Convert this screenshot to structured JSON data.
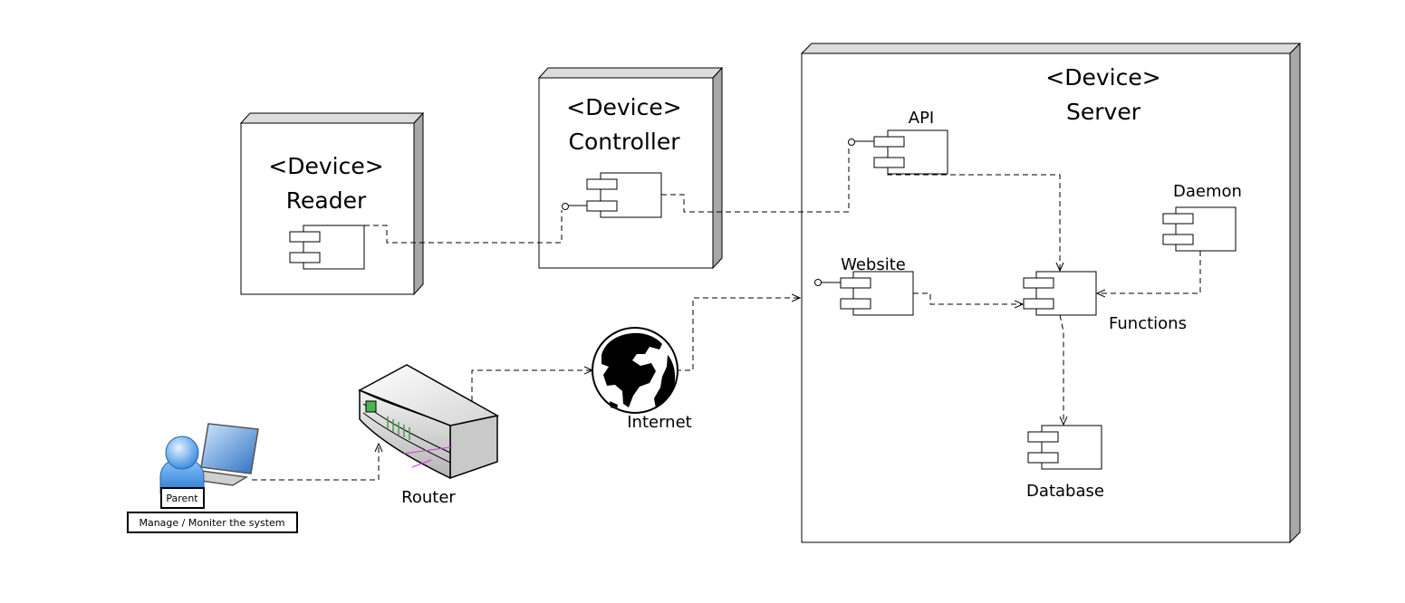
{
  "nodes": {
    "reader": {
      "stereotype": "<Device>",
      "name": "Reader"
    },
    "controller": {
      "stereotype": "<Device>",
      "name": "Controller"
    },
    "server": {
      "stereotype": "<Device>",
      "name": "Server"
    }
  },
  "components": {
    "api": "API",
    "daemon": "Daemon",
    "website": "Website",
    "functions": "Functions",
    "database": "Database"
  },
  "network": {
    "router": "Router",
    "internet": "Internet"
  },
  "actor": {
    "name": "Parent",
    "note": "Manage / Moniter the system"
  }
}
